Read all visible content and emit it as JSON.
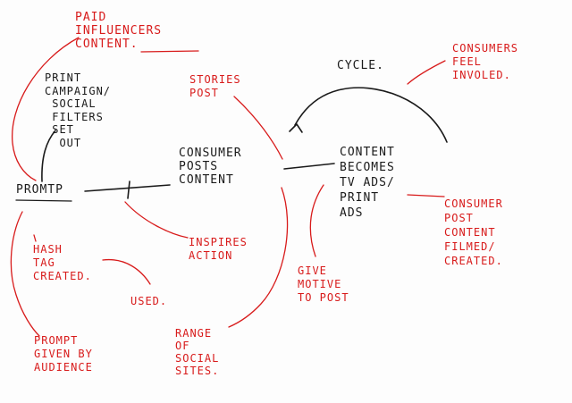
{
  "colors": {
    "ink_black": "#1a1a1a",
    "ink_red": "#d81b1b",
    "paper": "#fdfdfd"
  },
  "nodes": {
    "prompt": "PROMTP",
    "print_campaign": "PRINT\nCAMPAIGN/\n SOCIAL\n FILTERS\n SET\n  OUT",
    "consumer_posts": "CONSUMER\nPOSTS\nCONTENT",
    "content_becomes": "CONTENT\nBECOMES\nTV ADS/\nPRINT\nADS",
    "cycle": "CYCLE."
  },
  "notes": {
    "paid_influencers": "PAID\nINFLUENCERS\nCONTENT.",
    "stories_post": "STORIES\nPOST",
    "consumers_feel": "CONSUMERS\nFEEL\nINVOLED.",
    "consumer_post_filmed": "CONSUMER\nPOST\nCONTENT\nFILMED/\nCREATED.",
    "give_motive": "GIVE\nMOTIVE\nTO POST",
    "inspires_action": "INSPIRES\nACTION",
    "hash_tag": "HASH\nTAG\nCREATED.",
    "used": "USED.",
    "prompt_audience": "PROMPT\nGIVEN BY\nAUDIENCE",
    "range_social": "RANGE\nOF\nSOCIAL\nSITES."
  }
}
